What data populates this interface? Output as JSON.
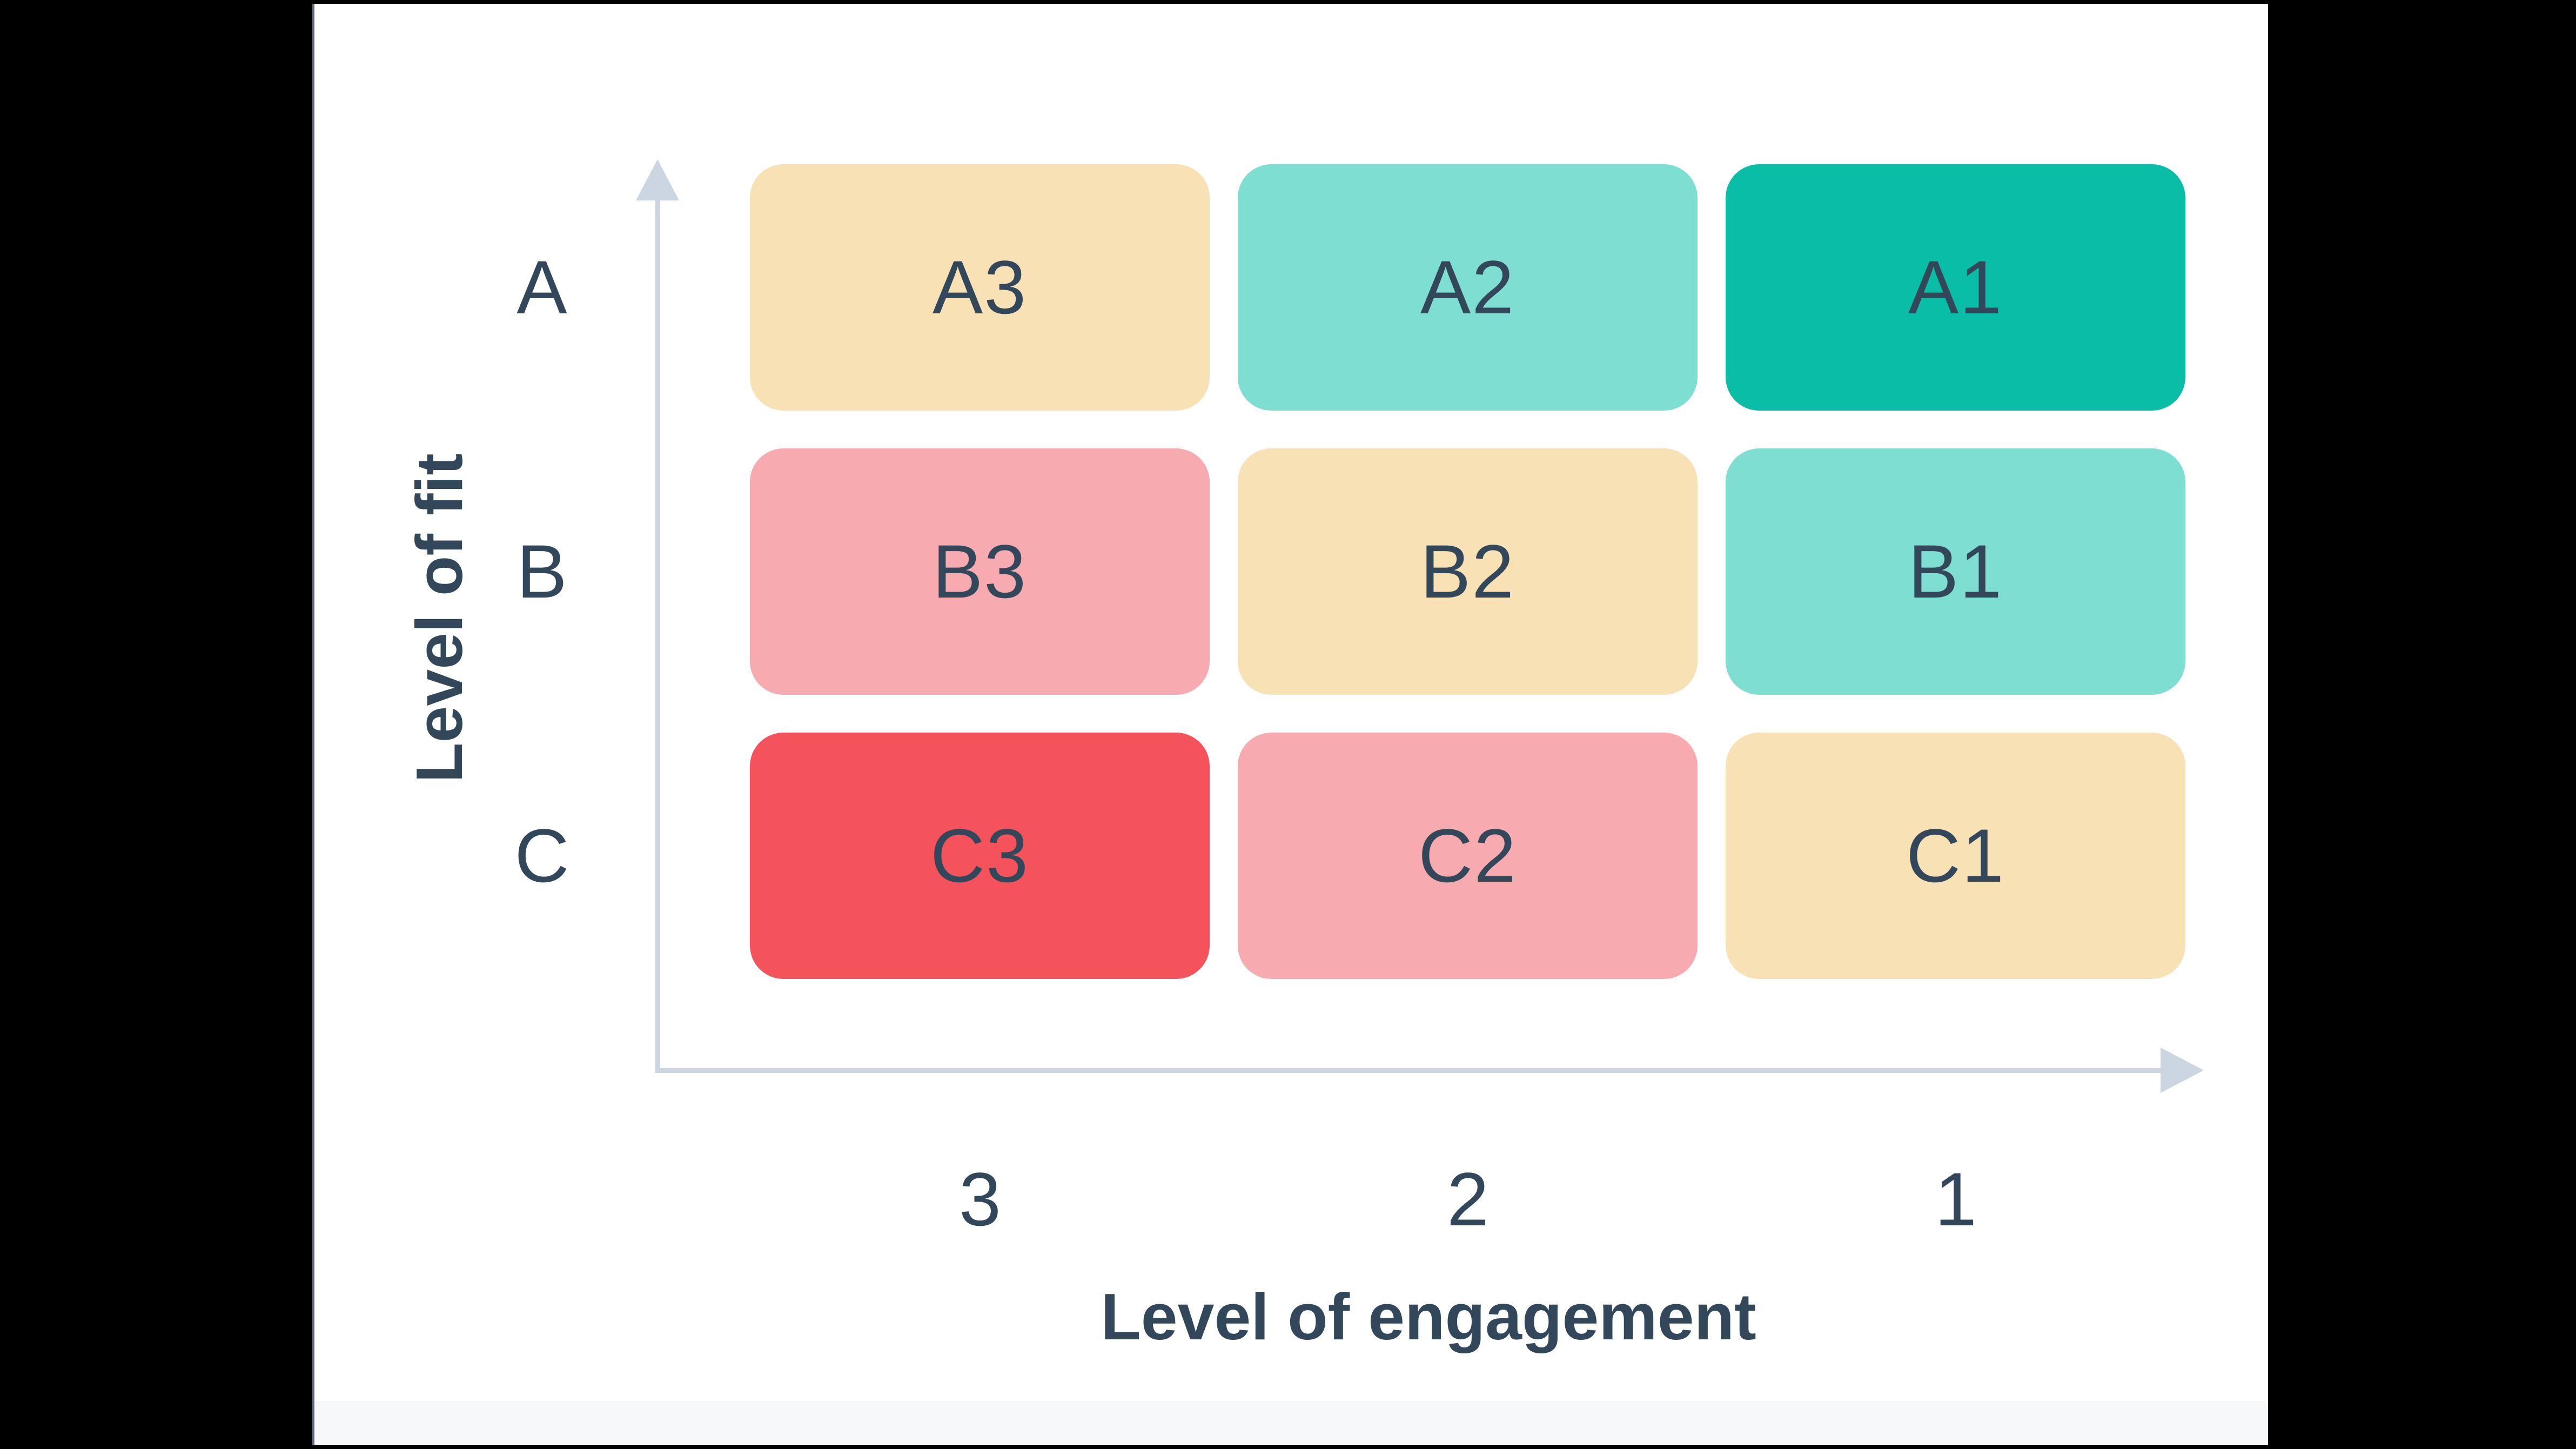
{
  "figure": {
    "y_axis_title": "Level of fit",
    "x_axis_title": "Level of engagement",
    "row_labels": [
      "A",
      "B",
      "C"
    ],
    "col_labels": [
      "3",
      "2",
      "1"
    ],
    "cells": [
      {
        "label": "A3",
        "color": "#F8E1B4"
      },
      {
        "label": "A2",
        "color": "#7FDED2"
      },
      {
        "label": "A1",
        "color": "#0ABDA6"
      },
      {
        "label": "B3",
        "color": "#F7AAAF"
      },
      {
        "label": "B2",
        "color": "#F8E1B4"
      },
      {
        "label": "B1",
        "color": "#7FDED2"
      },
      {
        "label": "C3",
        "color": "#F4535C"
      },
      {
        "label": "C2",
        "color": "#F7AAAF"
      },
      {
        "label": "C1",
        "color": "#F8E1B4"
      }
    ]
  },
  "colors": {
    "background": "#000000",
    "panel": "#FFFFFF",
    "panel_left_edge": "#5B6C7E",
    "panel_footer_band": "#F7F8F9",
    "axis": "#CBD6E2",
    "text": "#33475B",
    "cell_tan": "#F8E1B4",
    "cell_light_teal": "#7FDED2",
    "cell_teal": "#0ABDA6",
    "cell_pink": "#F7AAAF",
    "cell_red": "#F4535C"
  },
  "chart_data": {
    "type": "heatmap",
    "title": "",
    "xlabel": "Level of engagement",
    "ylabel": "Level of fit",
    "x_categories": [
      "3",
      "2",
      "1"
    ],
    "y_categories": [
      "A",
      "B",
      "C"
    ],
    "cells": [
      {
        "row": "A",
        "col": "3",
        "label": "A3",
        "color": "#F8E1B4"
      },
      {
        "row": "A",
        "col": "2",
        "label": "A2",
        "color": "#7FDED2"
      },
      {
        "row": "A",
        "col": "1",
        "label": "A1",
        "color": "#0ABDA6"
      },
      {
        "row": "B",
        "col": "3",
        "label": "B3",
        "color": "#F7AAAF"
      },
      {
        "row": "B",
        "col": "2",
        "label": "B2",
        "color": "#F8E1B4"
      },
      {
        "row": "B",
        "col": "1",
        "label": "B1",
        "color": "#7FDED2"
      },
      {
        "row": "C",
        "col": "3",
        "label": "C3",
        "color": "#F4535C"
      },
      {
        "row": "C",
        "col": "2",
        "label": "C2",
        "color": "#F7AAAF"
      },
      {
        "row": "C",
        "col": "1",
        "label": "C1",
        "color": "#F8E1B4"
      }
    ],
    "layout_hints": {
      "grid": "3x3 rounded rectangles",
      "axes": "light blue-gray arrows, y up, x right",
      "legend": "none"
    }
  }
}
